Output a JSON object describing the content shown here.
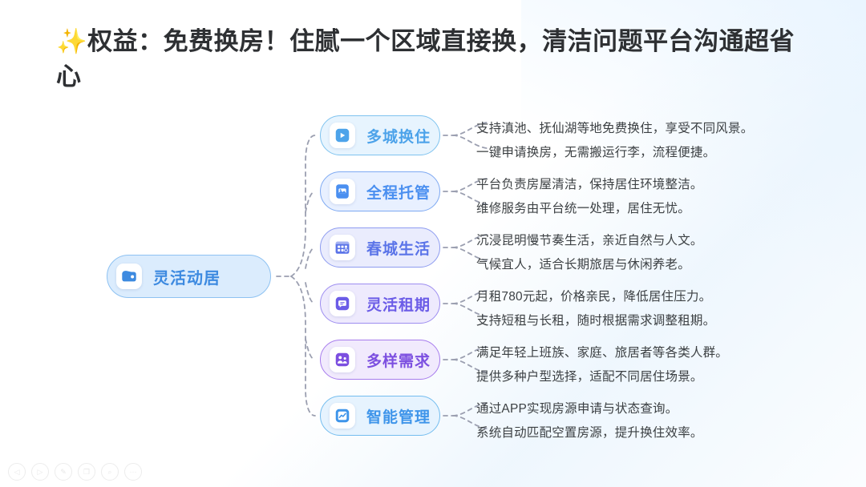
{
  "slide": {
    "title_icon": "sparkles-icon",
    "title": "✨权益：免费换房！住腻一个区域直接换，清洁问题平台沟通超省心"
  },
  "mindmap": {
    "center": {
      "label": "灵活动居",
      "icon": "wallet-icon",
      "accent": "#3d8ae0",
      "fill": "#dbecfd",
      "border": "#8ec2f2"
    },
    "branches": [
      {
        "label": "多城换住",
        "icon": "video-folder-icon",
        "accent": "#4da3ea",
        "fill": "#e7f4fe",
        "border": "#7fc3ef",
        "icon_color": "#4da3ea",
        "details": [
          "支持滇池、抚仙湖等地免费换住，享受不同风景。",
          "一键申请换房，无需搬运行李，流程便捷。"
        ]
      },
      {
        "label": "全程托管",
        "icon": "document-icon",
        "accent": "#4a8ff0",
        "fill": "#e8f0ff",
        "border": "#7ea9f2",
        "icon_color": "#4a8ff0",
        "details": [
          "平台负责房屋清洁，保持居住环境整洁。",
          "维修服务由平台统一处理，居住无忧。"
        ]
      },
      {
        "label": "春城生活",
        "icon": "calendar-grid-icon",
        "accent": "#5b74e8",
        "fill": "#eaecfd",
        "border": "#8e9cf0",
        "icon_color": "#5b74e8",
        "details": [
          "沉浸昆明慢节奏生活，亲近自然与人文。",
          "气候宜人，适合长期旅居与休闲养老。"
        ]
      },
      {
        "label": "灵活租期",
        "icon": "chat-bubble-icon",
        "accent": "#6b5ce7",
        "fill": "#eeeafd",
        "border": "#9d8df0",
        "icon_color": "#6b5ce7",
        "details": [
          "月租780元起，价格亲民，降低居住压力。",
          "支持短租与长租，随时根据需求调整租期。"
        ]
      },
      {
        "label": "多样需求",
        "icon": "people-group-icon",
        "accent": "#7c4fe0",
        "fill": "#f1eafd",
        "border": "#a77ced",
        "icon_color": "#7c4fe0",
        "details": [
          "满足年轻上班族、家庭、旅居者等各类人群。",
          "提供多种户型选择，适配不同居住场景。"
        ]
      },
      {
        "label": "智能管理",
        "icon": "chart-trend-icon",
        "accent": "#3f95ea",
        "fill": "#e6f3fe",
        "border": "#74bdef",
        "icon_color": "#3f95ea",
        "details": [
          "通过APP实现房源申请与状态查询。",
          "系统自动匹配空置房源，提升换住效率。"
        ]
      }
    ]
  },
  "toolbar": {
    "items": [
      {
        "name": "previous-icon",
        "glyph": "◁"
      },
      {
        "name": "play-icon",
        "glyph": "▷"
      },
      {
        "name": "pen-icon",
        "glyph": "✎"
      },
      {
        "name": "layers-icon",
        "glyph": "❐"
      },
      {
        "name": "search-icon",
        "glyph": "⌕"
      },
      {
        "name": "more-icon",
        "glyph": "···"
      }
    ]
  }
}
